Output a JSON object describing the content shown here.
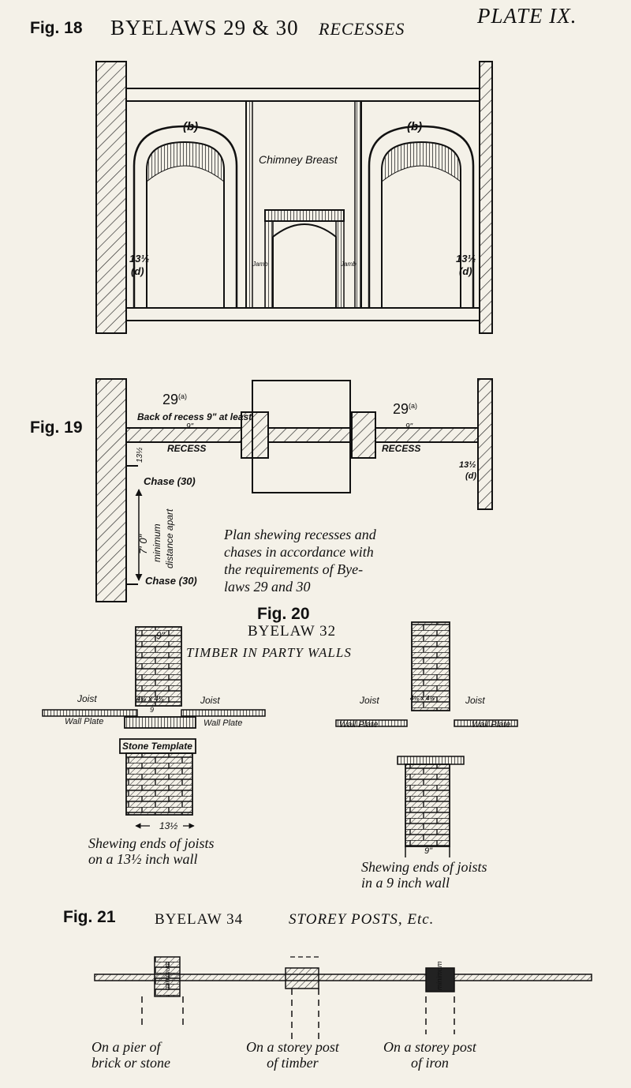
{
  "header": {
    "fig18": "Fig. 18",
    "byelaws": "BYELAWS 29 & 30",
    "recesses": "RECESSES",
    "plate": "PLATE IX."
  },
  "fig18": {
    "b_left": "(b)",
    "b_right": "(b)",
    "chimney": "Chimney Breast",
    "d_left_dim": "13½",
    "d_left": "(d)",
    "d_right_dim": "13½",
    "d_right": "(d)",
    "jamb_left": "Jamb",
    "jamb_right": "Jamb"
  },
  "fig19": {
    "label": "Fig. 19",
    "byelaw_left": "29",
    "byelaw_left_sup": "(a)",
    "byelaw_right": "29",
    "byelaw_right_sup": "(a)",
    "back_of_recess": "Back of recess 9\" at least",
    "nine_left": "9\"",
    "nine_right": "9\"",
    "recess_left": "RECESS",
    "recess_right": "RECESS",
    "dim_13_top": "13½",
    "dim_13_right": "13½",
    "d_right": "(d)",
    "chase_top": "Chase (30)",
    "chase_bottom": "Chase (30)",
    "seven_ft": "7' 0\"",
    "minimum": "minimum",
    "distance_apart": "distance apart",
    "caption_lines": [
      "Plan shewing recesses and",
      "chases in accordance with",
      "the requirements of Bye-",
      "laws 29 and 30"
    ]
  },
  "fig20": {
    "label": "Fig. 20",
    "byelaw": "BYELAW 32",
    "title": "TIMBER IN PARTY WALLS",
    "nine_top": "9\"",
    "joist": "Joist",
    "four_half": "4½ x 4½",
    "small_nine": "9",
    "wall_plate": "Wall Plate",
    "stone_template": "Stone Template",
    "dim_13": "13½",
    "caption_left": [
      "Shewing ends of joists",
      "on a 13½ inch wall"
    ],
    "nine_bottom": "9\"",
    "caption_right": [
      "Shewing ends of joists",
      "in a 9 inch wall"
    ]
  },
  "fig21": {
    "label": "Fig. 21",
    "byelaw": "BYELAW 34",
    "title": "STOREY POSTS, Etc.",
    "minimum": "minimum",
    "four_in": "4\"",
    "captions": [
      [
        "On a pier of",
        "brick or stone"
      ],
      [
        "On a storey post",
        "of timber"
      ],
      [
        "On a storey post",
        "of iron"
      ]
    ]
  }
}
